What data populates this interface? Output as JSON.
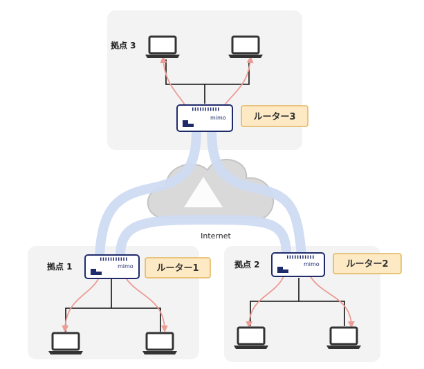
{
  "sites": [
    {
      "id": "site-3",
      "label": "拠点 3",
      "router_label": "ルーター3"
    },
    {
      "id": "site-1",
      "label": "拠点 1",
      "router_label": "ルーター1"
    },
    {
      "id": "site-2",
      "label": "拠点 2",
      "router_label": "ルーター2"
    }
  ],
  "device_brand": "mimo",
  "cloud_label": "Internet",
  "colors": {
    "site_bg": "#f3f3f3",
    "router_border": "#1f2a6b",
    "router_label_bg": "#fde9c4",
    "router_label_border": "#e2b65a",
    "tunnel": "#cfdcf3",
    "flow": "#ec9b95",
    "cloud": "#d7d7d7",
    "laptop": "#333333"
  }
}
